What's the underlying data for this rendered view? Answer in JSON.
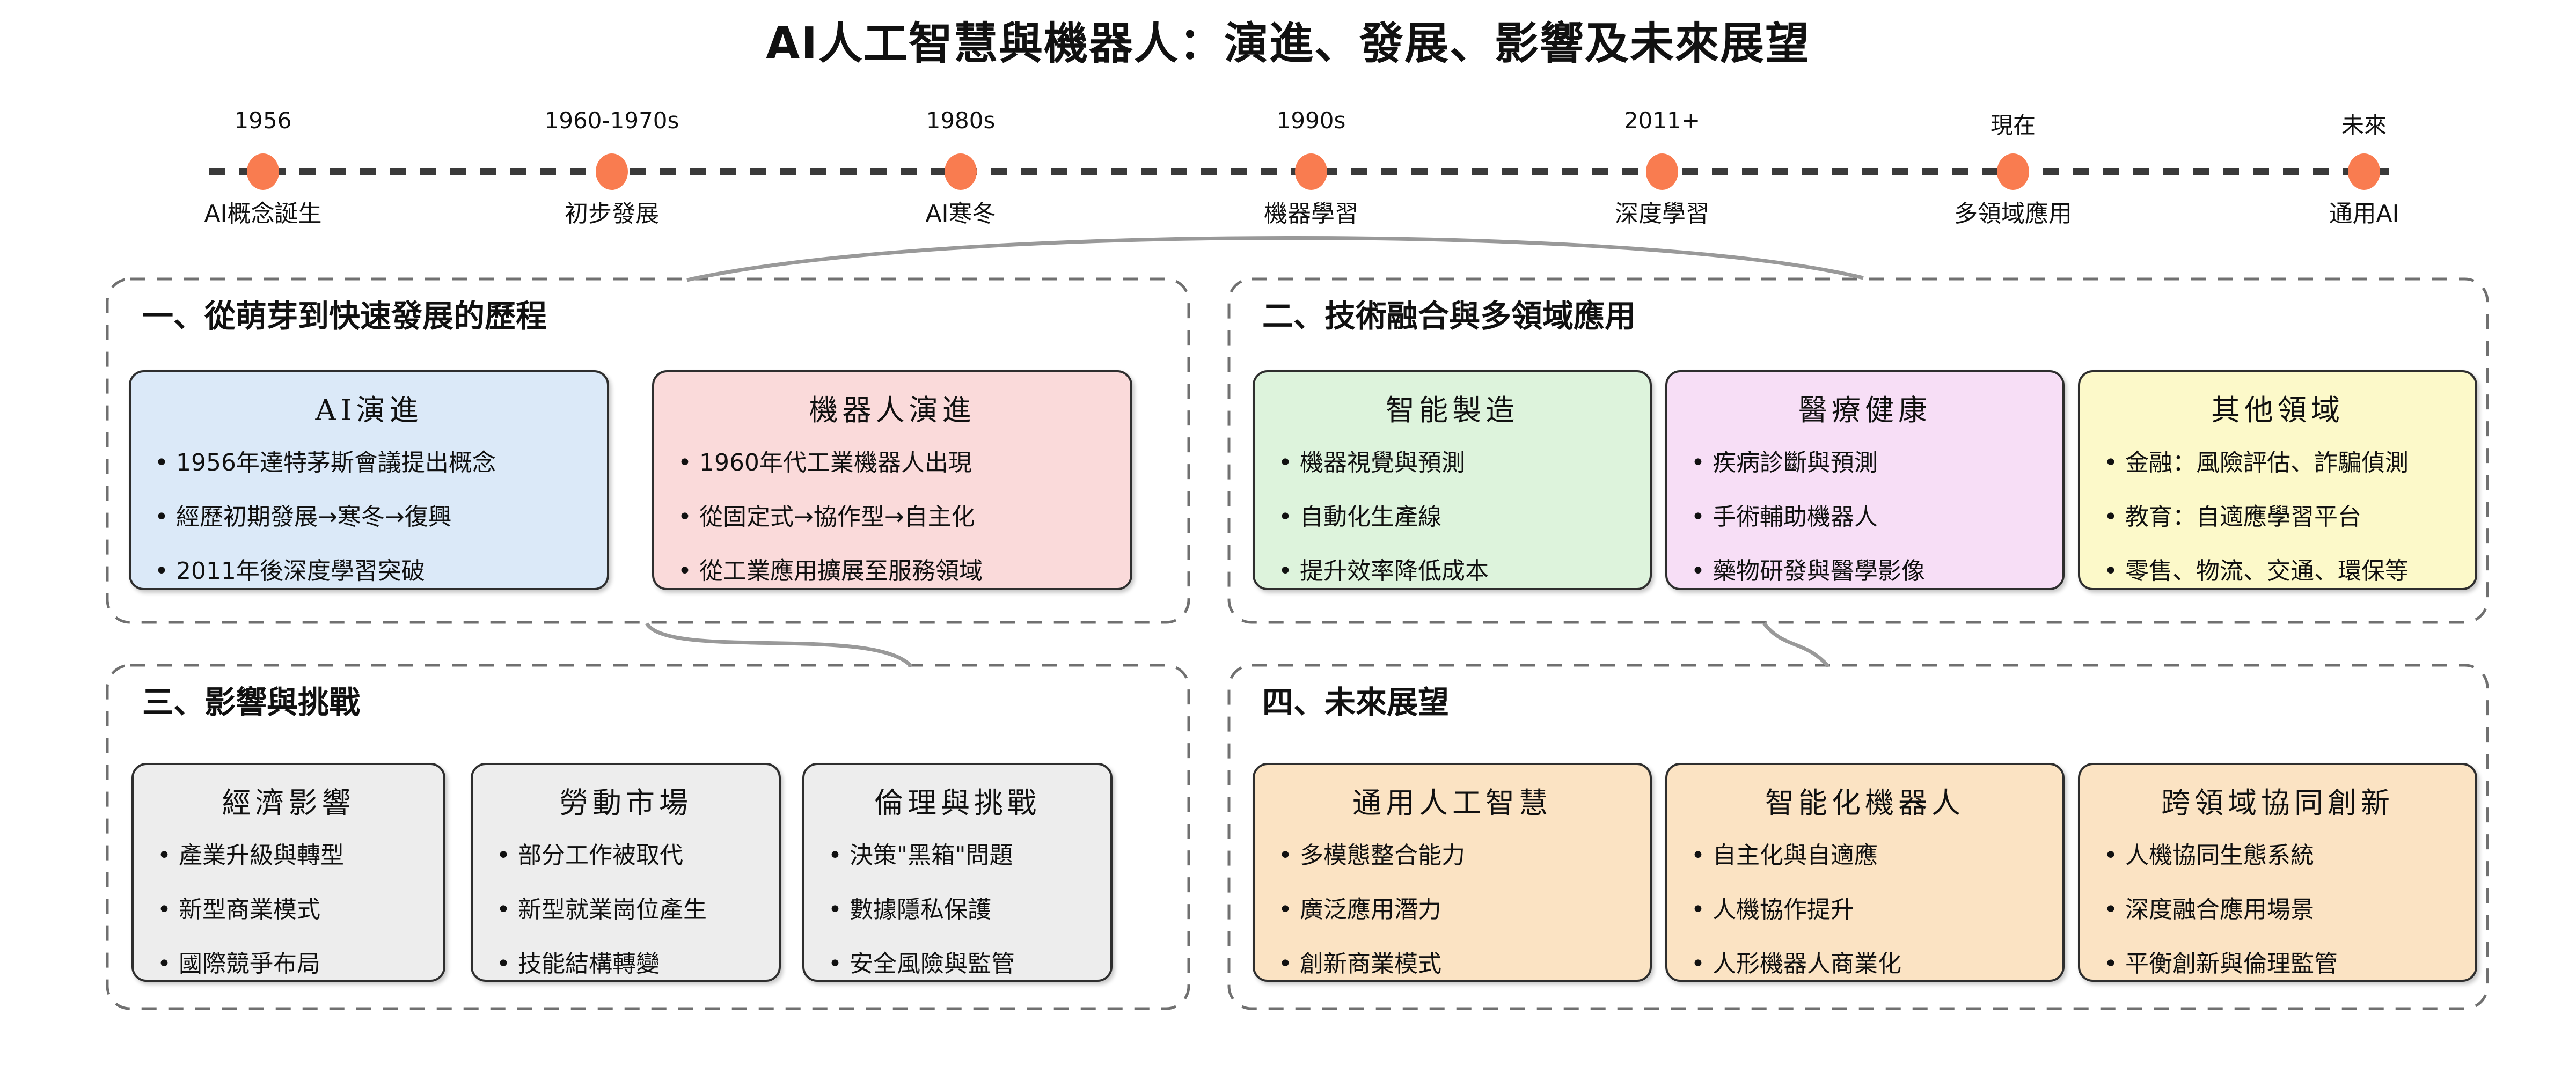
{
  "title": "AI人工智慧與機器人：演進、發展、影響及未來展望",
  "timeline": {
    "line_color": "#3a3a3a",
    "dot_color": "#f97c50",
    "connector_color": "#999999",
    "outline_color": "#707070",
    "points": [
      {
        "year": "1956",
        "event": "AI概念誕生"
      },
      {
        "year": "1960-1970s",
        "event": "初步發展"
      },
      {
        "year": "1980s",
        "event": "AI寒冬"
      },
      {
        "year": "1990s",
        "event": "機器學習"
      },
      {
        "year": "2011+",
        "event": "深度學習"
      },
      {
        "year": "現在",
        "event": "多領域應用"
      },
      {
        "year": "未來",
        "event": "通用AI"
      }
    ]
  },
  "sections": [
    {
      "heading": "一、從萌芽到快速發展的歷程",
      "cards": [
        {
          "title": "AI演進",
          "color": "#dbe9f8",
          "bullets": [
            "1956年達特茅斯會議提出概念",
            "經歷初期發展→寒冬→復興",
            "2011年後深度學習突破"
          ]
        },
        {
          "title": "機器人演進",
          "color": "#fadada",
          "bullets": [
            "1960年代工業機器人出現",
            "從固定式→協作型→自主化",
            "從工業應用擴展至服務領域"
          ]
        }
      ]
    },
    {
      "heading": "二、技術融合與多領域應用",
      "cards": [
        {
          "title": "智能製造",
          "color": "#ddf3dc",
          "bullets": [
            "機器視覺與預測",
            "自動化生產線",
            "提升效率降低成本"
          ]
        },
        {
          "title": "醫療健康",
          "color": "#f7def6",
          "bullets": [
            "疾病診斷與預測",
            "手術輔助機器人",
            "藥物研發與醫學影像"
          ]
        },
        {
          "title": "其他領域",
          "color": "#fcf9c9",
          "bullets": [
            "金融：風險評估、詐騙偵測",
            "教育：自適應學習平台",
            "零售、物流、交通、環保等"
          ]
        }
      ]
    },
    {
      "heading": "三、影響與挑戰",
      "cards": [
        {
          "title": "經濟影響",
          "color": "#ededed",
          "bullets": [
            "產業升級與轉型",
            "新型商業模式",
            "國際競爭布局"
          ]
        },
        {
          "title": "勞動市場",
          "color": "#ededed",
          "bullets": [
            "部分工作被取代",
            "新型就業崗位產生",
            "技能結構轉變"
          ]
        },
        {
          "title": "倫理與挑戰",
          "color": "#ededed",
          "bullets": [
            "決策\"黑箱\"問題",
            "數據隱私保護",
            "安全風險與監管"
          ]
        }
      ]
    },
    {
      "heading": "四、未來展望",
      "cards": [
        {
          "title": "通用人工智慧",
          "color": "#fbe3c3",
          "bullets": [
            "多模態整合能力",
            "廣泛應用潛力",
            "創新商業模式"
          ]
        },
        {
          "title": "智能化機器人",
          "color": "#fbe3c3",
          "bullets": [
            "自主化與自適應",
            "人機協作提升",
            "人形機器人商業化"
          ]
        },
        {
          "title": "跨領域協同創新",
          "color": "#fbe3c3",
          "bullets": [
            "人機協同生態系統",
            "深度融合應用場景",
            "平衡創新與倫理監管"
          ]
        }
      ]
    }
  ]
}
